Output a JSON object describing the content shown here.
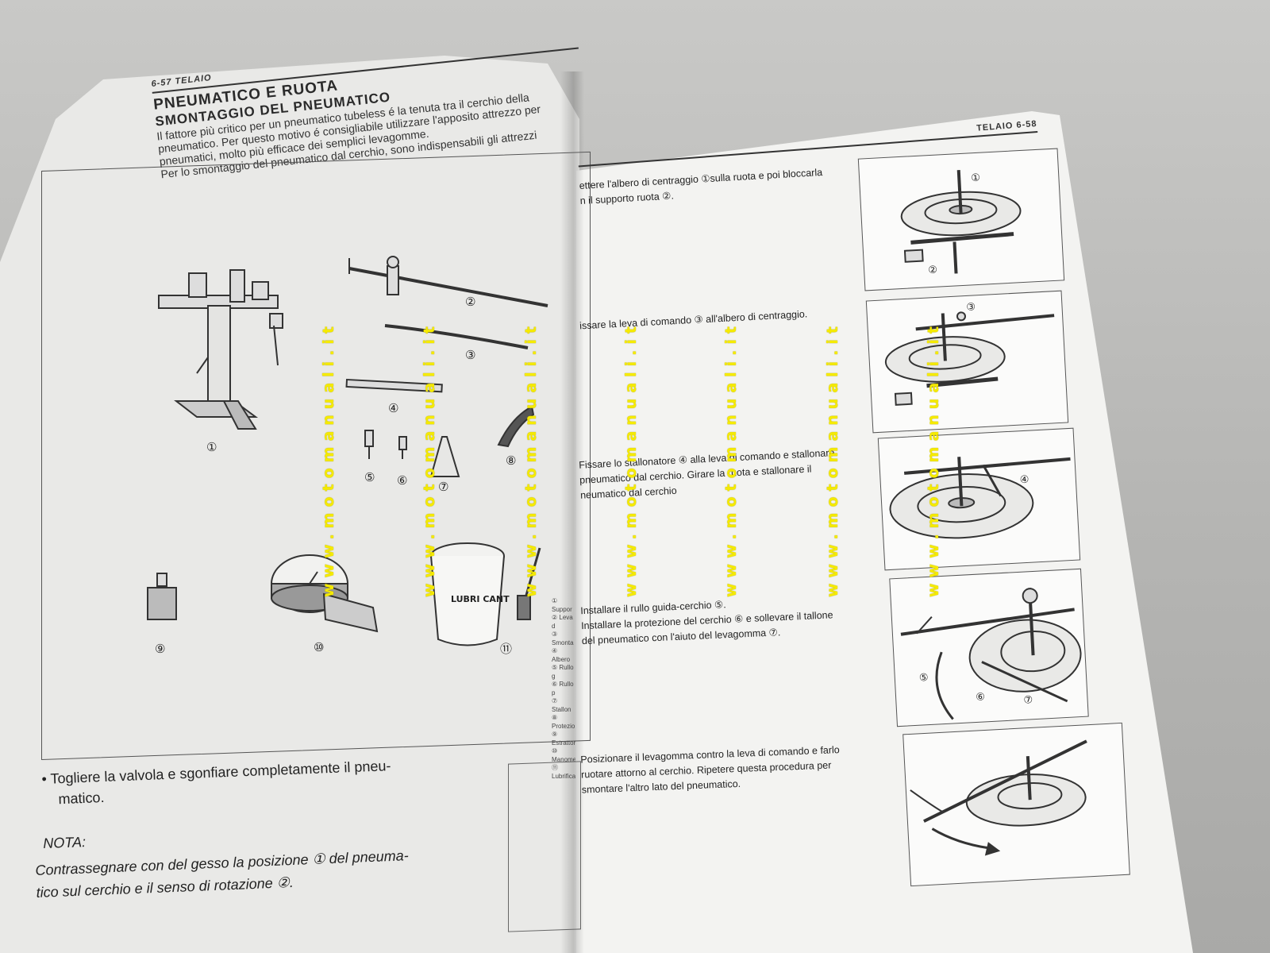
{
  "left_page": {
    "page_number": "6-57 TELAIO",
    "section_title": "PNEUMATICO E RUOTA",
    "subsection_title": "SMONTAGGIO DEL PNEUMATICO",
    "intro_lines": [
      "Il fattore più critico per un pneumatico tubeless é la tenuta tra il cerchio della",
      "pneumatico. Per questo motivo é consigliabile utilizzare l'apposito attrezzo per",
      "pneumatici, molto più efficace dei semplici levagomme.",
      "Per lo smontaggio del pneumatico dal cerchio, sono indispensabili gli attrezzi"
    ],
    "figure_callouts": [
      "①",
      "②",
      "③",
      "④",
      "⑤",
      "⑥",
      "⑦",
      "⑧",
      "⑨",
      "⑩",
      "⑪"
    ],
    "lubricant_label": "LUBRI CANT",
    "legend": [
      "① Suppor",
      "② Leva d",
      "③ Smonta",
      "④ Albero",
      "⑤ Rullo g",
      "⑥ Rullo p",
      "⑦ Stallon",
      "⑧ Protezio",
      "⑨ Estrattor",
      "⑩ Manomet",
      "⑪ Lubrifica"
    ],
    "bullet": "Togliere la valvola e sgonfiare completamente il pneu-matico.",
    "bullet_line1": "• Togliere la valvola e sgonfiare completamente il pneu-",
    "bullet_line2": "matico.",
    "nota_label": "NOTA:",
    "nota_line1": "Contrassegnare con del gesso la posizione ① del pneuma-",
    "nota_line2": "tico sul cerchio e il senso di rotazione ②."
  },
  "right_page": {
    "page_number": "TELAIO 6-58",
    "steps": [
      {
        "line1": "ettere l'albero di centraggio ①sulla ruota e poi bloccarla",
        "line2": "n il supporto ruota ②.",
        "callouts": [
          "①",
          "②"
        ]
      },
      {
        "line1": "issare la leva di comando ③ all'albero di centraggio.",
        "line2": "",
        "callouts": [
          "③"
        ]
      },
      {
        "line1": "Fissare lo stallonatore ④ alla leva di comando e stallonare",
        "line2": "pneumatico dal cerchio. Girare la ruota e stallonare il",
        "line3": "neumatico dal cerchio",
        "callouts": [
          "④"
        ]
      },
      {
        "line1": "Installare il rullo guida-cerchio ⑤.",
        "line2": "Installare la protezione del cerchio ⑥ e sollevare il tallone",
        "line3": "del pneumatico con l'aiuto del levagomma ⑦.",
        "callouts": [
          "⑤",
          "⑥",
          "⑦"
        ]
      },
      {
        "line1": "Posizionare il levagomma contro la leva di comando e farlo",
        "line2": "ruotare attorno al cerchio. Ripetere questa procedura per",
        "line3": "smontare l'altro lato del pneumatico.",
        "callouts": []
      }
    ]
  },
  "watermark": "www.motomanuali.it",
  "colors": {
    "watermark": "#f5ea00",
    "paper": "#f3f3f1",
    "ink": "#222222"
  }
}
